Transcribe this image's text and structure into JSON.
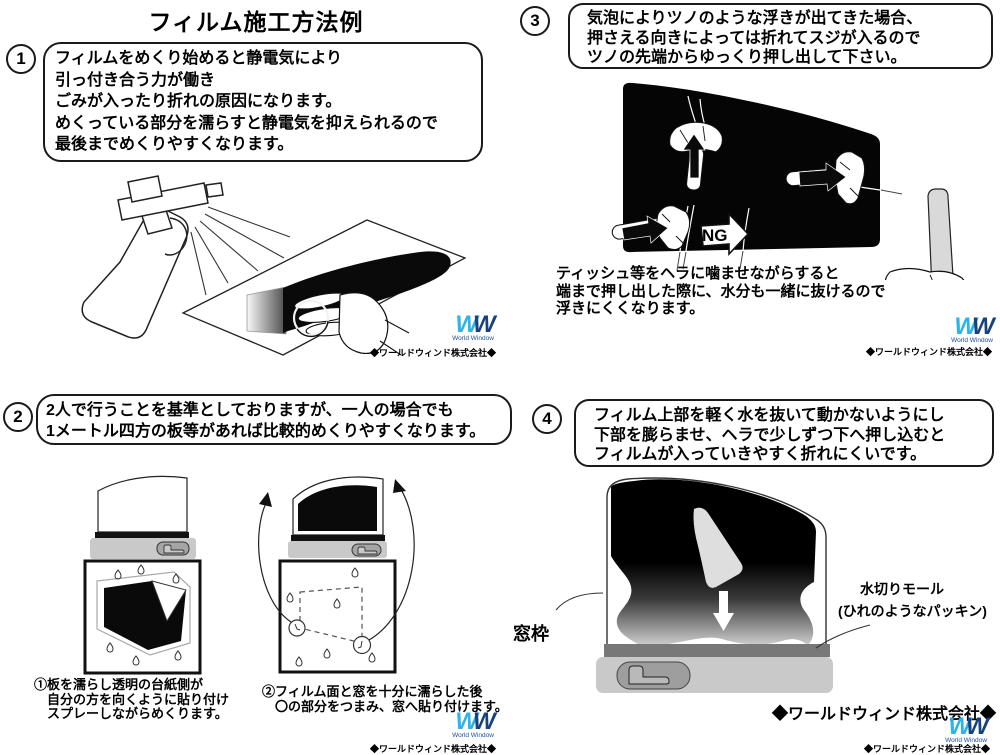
{
  "title": "フィルム施工方法例",
  "brand": {
    "logo_w": "W",
    "logo_subtext": "World Window",
    "company": "◆ワールドウィンド株式会社◆",
    "logo_color_light": "#2bb3ea",
    "logo_color_dark": "#17427e"
  },
  "sections": {
    "s1": {
      "number": "1",
      "bubble_lines": [
        "フィルムをめくり始めると静電気により",
        "引っ付き合う力が働き",
        "ごみが入ったり折れの原因になります。",
        "めくっている部分を濡らすと静電気を抑えられるので",
        "最後までめくりやすくなります。"
      ]
    },
    "s2": {
      "number": "2",
      "bubble_lines": [
        "2人で行うことを基準としておりますが、一人の場合でも",
        "1メートル四方の板等があれば比較的めくりやすくなります。"
      ],
      "caption1_lines": [
        "①板を濡らし透明の台紙側が",
        "自分の方を向くように貼り付け",
        "スプレーしながらめくります。"
      ],
      "caption2_lines": [
        "②フィルム面と窓を十分に濡らした後",
        "〇の部分をつまみ、窓へ貼り付けます。"
      ]
    },
    "s3": {
      "number": "3",
      "bubble_lines": [
        "気泡によりツノのような浮きが出てきた場合、",
        "押さえる向きによっては折れてスジが入るので",
        "ツノの先端からゆっくり押し出して下さい。"
      ],
      "ng_label": "NG",
      "note_lines": [
        "ティッシュ等をヘラに噛ませながらすると",
        "端まで押し出した際に、水分も一緒に抜けるので",
        "浮きにくくなります。"
      ]
    },
    "s4": {
      "number": "4",
      "bubble_lines": [
        "フィルム上部を軽く水を抜いて動かないようにし",
        "下部を膨らませ、ヘラで少しずつ下へ押し込むと",
        "フィルムが入っていきやすく折れにくいです。"
      ],
      "label_window_frame": "窓枠",
      "label_molding": "水切りモール",
      "label_packing": "(ひれのようなパッキン)"
    }
  }
}
